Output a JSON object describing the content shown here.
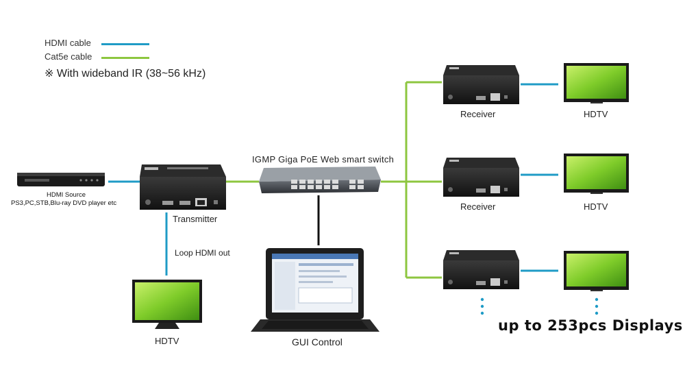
{
  "legend": {
    "hdmi_label": "HDMI cable",
    "cat5e_label": "Cat5e cable",
    "ir_note": "※ With wideband IR (38~56 kHz)",
    "hdmi_color": "#1f9bc6",
    "cat5e_color": "#8dc63f"
  },
  "source": {
    "title": "HDMI Source",
    "subtitle": "PS3,PC,STB,Blu-ray DVD player etc"
  },
  "transmitter": {
    "label": "Transmitter"
  },
  "switch": {
    "label": "IGMP Giga PoE Web smart switch"
  },
  "loop": {
    "label": "Loop HDMI out"
  },
  "local_tv": {
    "label": "HDTV"
  },
  "gui": {
    "label": "GUI Control"
  },
  "receivers": [
    {
      "label": "Receiver",
      "tv_label": "HDTV"
    },
    {
      "label": "Receiver",
      "tv_label": "HDTV"
    },
    {
      "label": "",
      "tv_label": ""
    }
  ],
  "footer": {
    "displays": "up to 253pcs Displays"
  }
}
